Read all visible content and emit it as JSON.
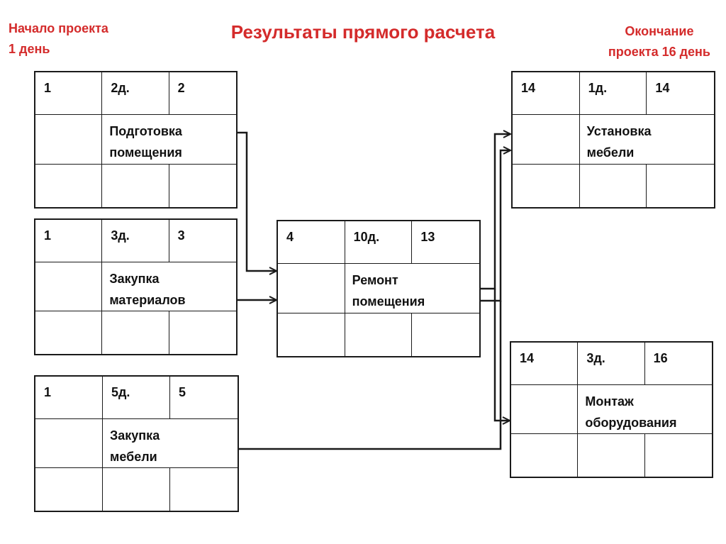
{
  "title": "Результаты прямого расчета",
  "start_note": "Начало проекта\n1 день",
  "end_note": "Окончание\nпроекта 16 день",
  "nodes": {
    "prep": {
      "early_start": "1",
      "duration": "2д.",
      "early_finish": "2",
      "name": "Подготовка\nпомещения"
    },
    "materials": {
      "early_start": "1",
      "duration": "3д.",
      "early_finish": "3",
      "name": "Закупка\nматериалов"
    },
    "furniture_buy": {
      "early_start": "1",
      "duration": "5д.",
      "early_finish": "5",
      "name": "Закупка\nмебели"
    },
    "repair": {
      "early_start": "4",
      "duration": "10д.",
      "early_finish": "13",
      "name": "Ремонт\nпомещения"
    },
    "furniture_install": {
      "early_start": "14",
      "duration": "1д.",
      "early_finish": "14",
      "name": "Установка\nмебели"
    },
    "equipment": {
      "early_start": "14",
      "duration": "3д.",
      "early_finish": "16",
      "name": "Монтаж\nоборудования"
    }
  },
  "colors": {
    "accent": "#d42b2b",
    "line": "#1a1a1a"
  }
}
